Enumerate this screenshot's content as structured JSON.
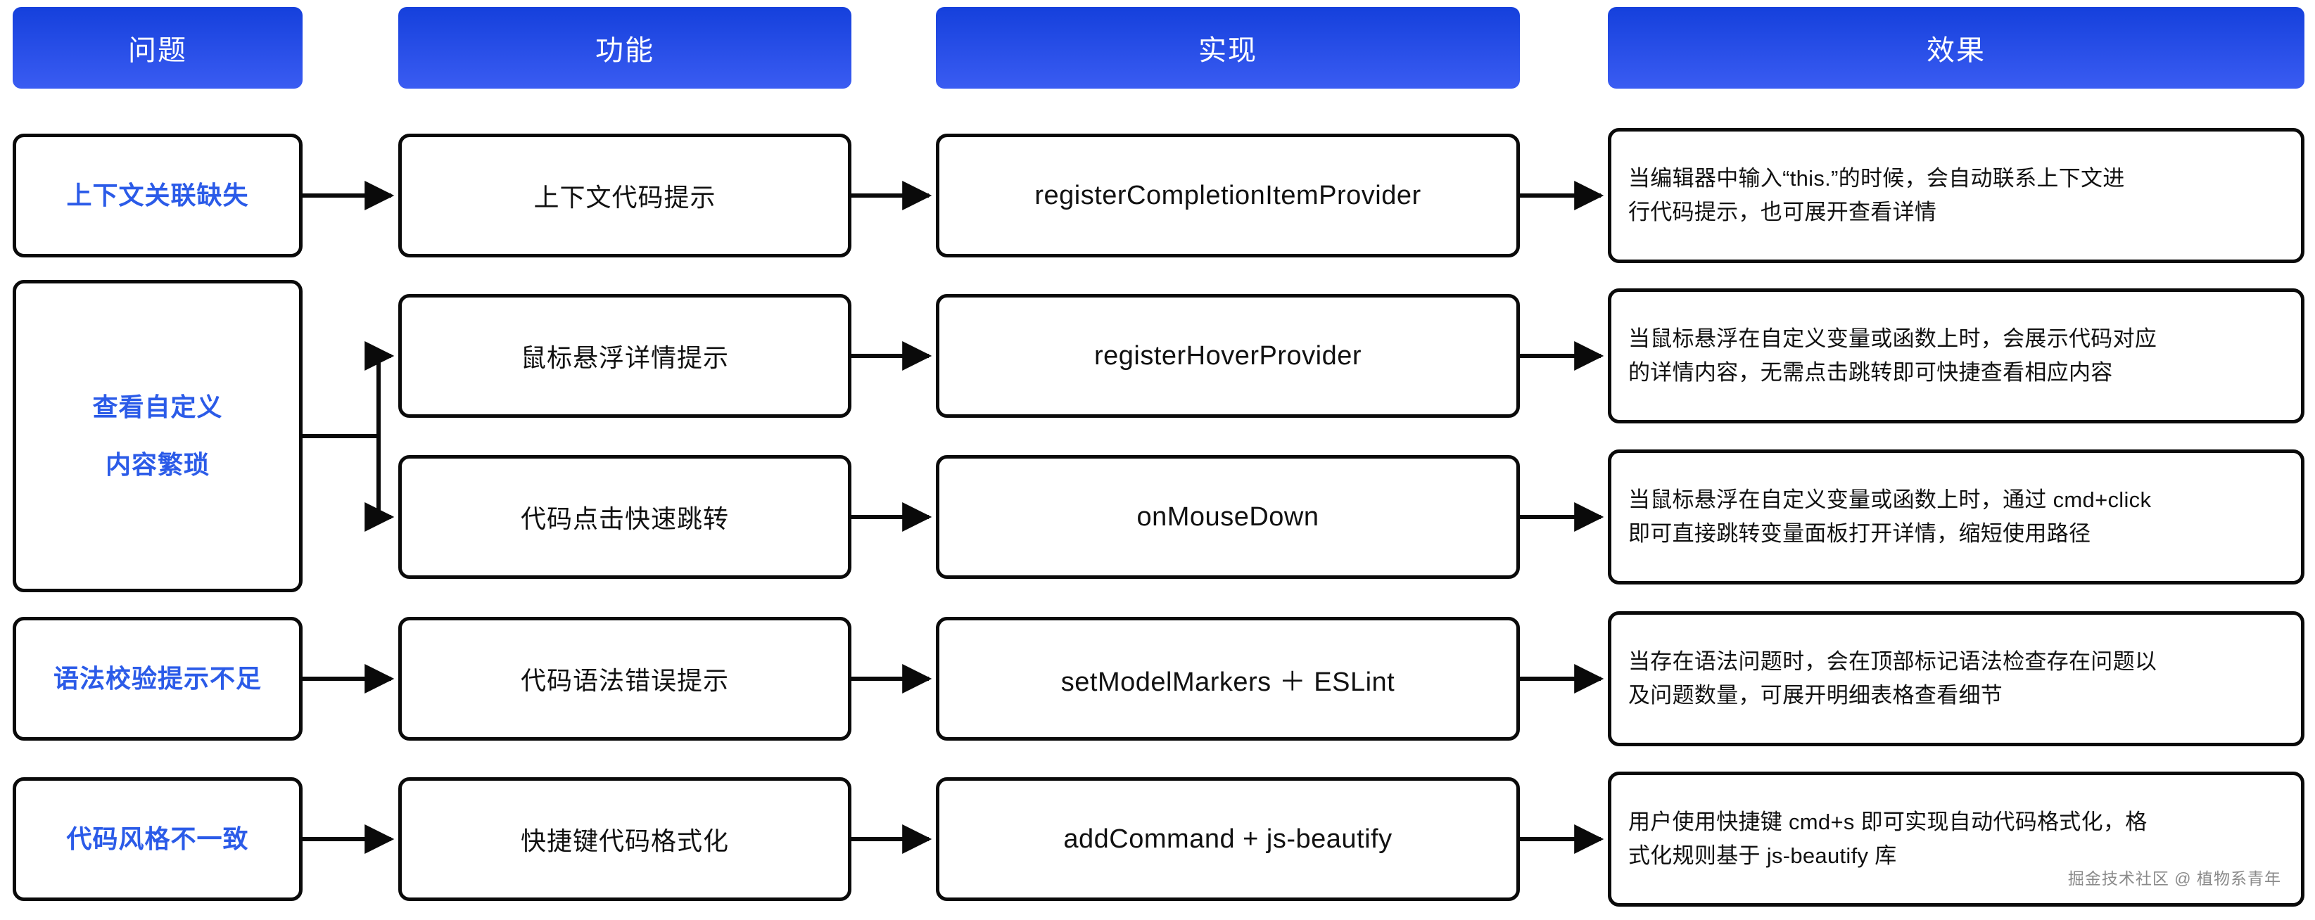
{
  "headers": [
    {
      "label": "问题"
    },
    {
      "label": "功能"
    },
    {
      "label": "实现"
    },
    {
      "label": "效果"
    }
  ],
  "problems": [
    {
      "label": "上下文关联缺失"
    },
    {
      "line1": "查看自定义",
      "line2": "内容繁琐"
    },
    {
      "label": "语法校验提示不足"
    },
    {
      "label": "代码风格不一致"
    }
  ],
  "functions": [
    {
      "label": "上下文代码提示"
    },
    {
      "label": "鼠标悬浮详情提示"
    },
    {
      "label": "代码点击快速跳转"
    },
    {
      "label": "代码语法错误提示"
    },
    {
      "label": "快捷键代码格式化"
    }
  ],
  "implementations": [
    {
      "label": "registerCompletionItemProvider"
    },
    {
      "label": "registerHoverProvider"
    },
    {
      "label": "onMouseDown"
    },
    {
      "label": "setModelMarkers ＋ ESLint"
    },
    {
      "label": "addCommand + js-beautify"
    }
  ],
  "effects": [
    {
      "line1": "当编辑器中输入“this.”的时候，会自动联系上下文进",
      "line2": "行代码提示，也可展开查看详情"
    },
    {
      "line1": "当鼠标悬浮在自定义变量或函数上时，会展示代码对应",
      "line2": "的详情内容，无需点击跳转即可快捷查看相应内容"
    },
    {
      "line1": "当鼠标悬浮在自定义变量或函数上时，通过 cmd+click",
      "line2": "即可直接跳转变量面板打开详情，缩短使用路径"
    },
    {
      "line1": "当存在语法问题时，会在顶部标记语法检查存在问题以",
      "line2": "及问题数量，可展开明细表格查看细节"
    },
    {
      "line1": "用户使用快捷键 cmd+s 即可实现自动代码格式化，格",
      "line2": "式化规则基于 js-beautify 库"
    }
  ],
  "watermark": {
    "label": "掘金技术社区 @ 植物系青年"
  },
  "colors": {
    "header_gradient_top": "#1540DC",
    "header_gradient_bottom": "#3A5CF2",
    "problem_text": "#2B5BE8",
    "border": "#0A0A0A",
    "background": "#FFFFFF",
    "watermark_text": "#8A8A8A"
  }
}
